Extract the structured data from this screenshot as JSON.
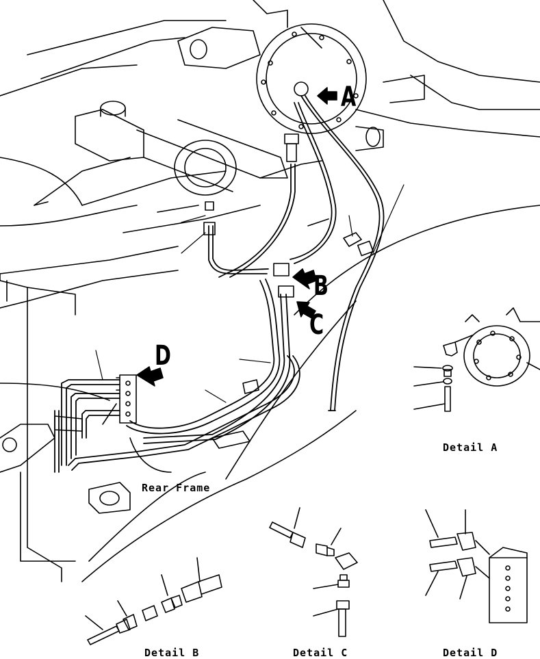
{
  "callouts": {
    "a": "A",
    "b": "B",
    "c": "C",
    "d": "D"
  },
  "labels": {
    "rear_frame": "Rear Frame",
    "detail_a": "Detail A",
    "detail_b": "Detail B",
    "detail_c": "Detail C",
    "detail_d": "Detail D"
  }
}
